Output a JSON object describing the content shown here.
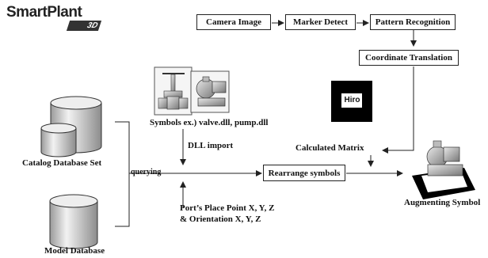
{
  "logo": {
    "main": "SmartPlant",
    "sub": "3D"
  },
  "pipeline": {
    "camera_image": "Camera Image",
    "marker_detect": "Marker Detect",
    "pattern_recognition": "Pattern Recognition",
    "coordinate_translation": "Coordinate Translation"
  },
  "marker": {
    "text": "Hiro"
  },
  "labels": {
    "symbols": "Symbols  ex.) valve.dll, pump.dll",
    "dll_import": "DLL import",
    "calculated_matrix": "Calculated Matrix",
    "catalog_db": "Catalog Database Set",
    "model_db": "Model Database",
    "querying": "querying",
    "port_line1": "Port’s Place Point X, Y, Z",
    "port_line2": "& Orientation X, Y, Z",
    "augmenting": "Augmenting Symbol"
  },
  "rearrange": "Rearrange symbols"
}
